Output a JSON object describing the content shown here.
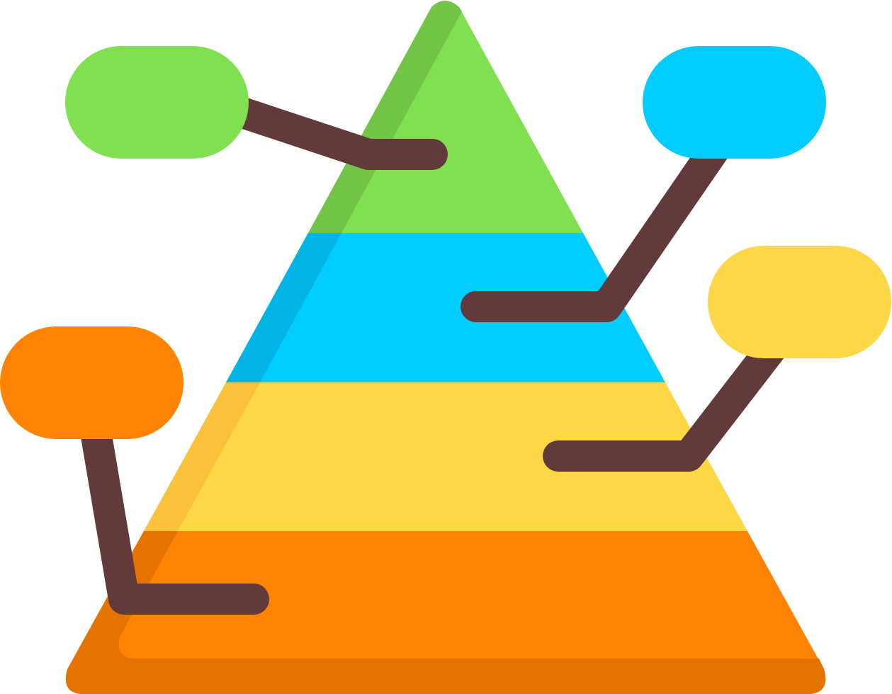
{
  "diagram": {
    "type": "pyramid-infographic-icon",
    "levels": [
      {
        "id": "top",
        "color": "#80E04F",
        "shade": "#72C548"
      },
      {
        "id": "second",
        "color": "#00CCFF",
        "shade": "#00B5E5"
      },
      {
        "id": "third",
        "color": "#FDD846",
        "shade": "#FCC13B"
      },
      {
        "id": "base",
        "color": "#FF8303",
        "shade": "#E47300"
      }
    ],
    "callouts": [
      {
        "id": "green",
        "color": "#80E04F",
        "side": "left"
      },
      {
        "id": "blue",
        "color": "#00CCFF",
        "side": "right"
      },
      {
        "id": "yellow",
        "color": "#FDD846",
        "side": "right"
      },
      {
        "id": "orange",
        "color": "#FF8303",
        "side": "left"
      }
    ],
    "connector_color": "#623A3A"
  }
}
